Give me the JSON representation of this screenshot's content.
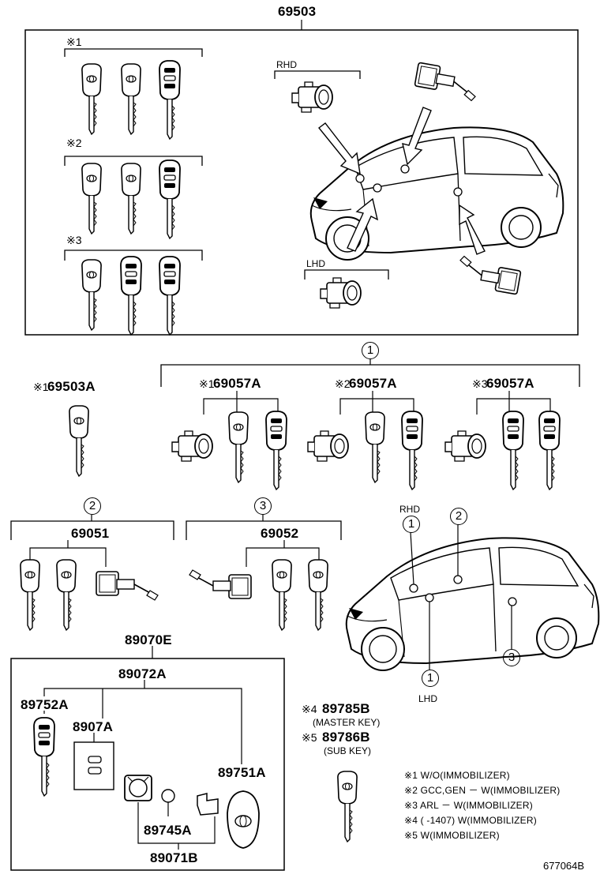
{
  "top_assembly": "69503",
  "top_variants": [
    "※1",
    "※2",
    "※3"
  ],
  "rhd_top": "RHD",
  "lhd_top": "LHD",
  "part_69503A": "69503A",
  "part_69503A_mark": "※1",
  "group1": {
    "circle": "1",
    "items": [
      {
        "mark": "※1",
        "part": "69057A"
      },
      {
        "mark": "※2",
        "part": "69057A"
      },
      {
        "mark": "※3",
        "part": "69057A"
      }
    ]
  },
  "group2": {
    "circle": "2",
    "part": "69051"
  },
  "group3": {
    "circle": "3",
    "part": "69052"
  },
  "car_bottom": {
    "rhd": "RHD",
    "lhd": "LHD",
    "c1_top": "1",
    "c2": "2",
    "c3": "3",
    "c1_bottom": "1"
  },
  "parts_box": {
    "main": "89070E",
    "sub": "89072A",
    "p89752A": "89752A",
    "p8907A": "8907A",
    "p89751A": "89751A",
    "p89745A": "89745A",
    "p89071B": "89071B"
  },
  "keys": {
    "k4_mark": "※4",
    "k4_part": "89785B",
    "k4_desc": "(MASTER KEY)",
    "k5_mark": "※5",
    "k5_part": "89786B",
    "k5_desc": "(SUB KEY)"
  },
  "legend": [
    "※1 W/O(IMMOBILIZER)",
    "※2 GCC,GEN － W(IMMOBILIZER)",
    "※3 ARL － W(IMMOBILIZER)",
    "※4 (      -1407) W(IMMOBILIZER)",
    "※5 W(IMMOBILIZER)"
  ],
  "footer_code": "677064B"
}
